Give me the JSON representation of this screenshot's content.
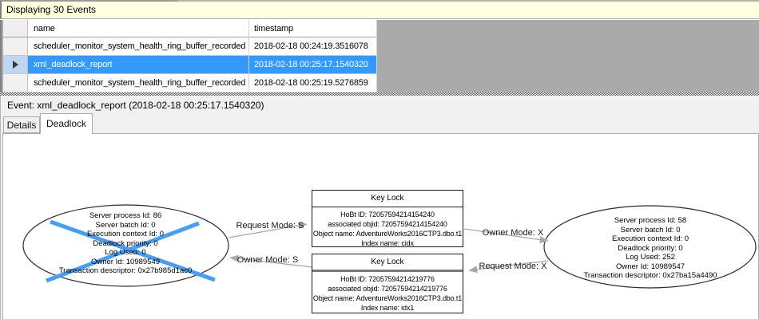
{
  "header": {
    "status": "Displaying 30 Events"
  },
  "grid": {
    "columns": [
      "name",
      "timestamp"
    ],
    "rows": [
      {
        "name": "scheduler_monitor_system_health_ring_buffer_recorded",
        "timestamp": "2018-02-18 00:24:19.3516078",
        "selected": false
      },
      {
        "name": "xml_deadlock_report",
        "timestamp": "2018-02-18 00:25:17.1540320",
        "selected": true
      },
      {
        "name": "scheduler_monitor_system_health_ring_buffer_recorded",
        "timestamp": "2018-02-18 00:25:19.5276859",
        "selected": false
      }
    ]
  },
  "event_bar": {
    "label": "Event: xml_deadlock_report (2018-02-18 00:25:17.1540320)"
  },
  "tabs": [
    {
      "label": "Details",
      "active": false
    },
    {
      "label": "Deadlock",
      "active": true
    }
  ],
  "deadlock_graph": {
    "processes": [
      {
        "victim": true,
        "lines": [
          "Server process Id: 86",
          "Server batch Id: 0",
          "Execution context Id: 0",
          "Deadlock priority: 0",
          "Log Used: 0",
          "Owner Id: 10989549",
          "Transaction descriptor: 0x27b985d1ac0"
        ]
      },
      {
        "victim": false,
        "lines": [
          "Server process Id: 58",
          "Server batch Id: 0",
          "Execution context Id: 0",
          "Deadlock priority: 0",
          "Log Used: 252",
          "Owner Id: 10989547",
          "Transaction descriptor: 0x27ba15a4490"
        ]
      }
    ],
    "resources": [
      {
        "title": "Key Lock",
        "lines": [
          "HoBt ID: 72057594214154240",
          "associated objid: 72057594214154240",
          "Object name: AdventureWorks2016CTP3.dbo.t1",
          "Index name: cidx"
        ]
      },
      {
        "title": "Key Lock",
        "lines": [
          "HoBt ID: 72057594214219776",
          "associated objid: 72057594214219776",
          "Object name: AdventureWorks2016CTP3.dbo.t1",
          "Index name: idx1"
        ]
      }
    ],
    "edges": [
      {
        "label": "Request Mode: S"
      },
      {
        "label": "Owner Mode: S"
      },
      {
        "label": "Owner Mode: X"
      },
      {
        "label": "Request Mode: X"
      }
    ],
    "colors": {
      "victim_cross": "#45A0F5",
      "connector": "#A8A8A8",
      "node_stroke": "#2b2b2b"
    }
  },
  "colors": {
    "selection": "#3399FF",
    "selection_row_header": "#BCD7EF",
    "info_bar_bg": "#FFFFE1",
    "filler_gray": "#AAAAAA",
    "lower_bg": "#F0F0F0"
  }
}
